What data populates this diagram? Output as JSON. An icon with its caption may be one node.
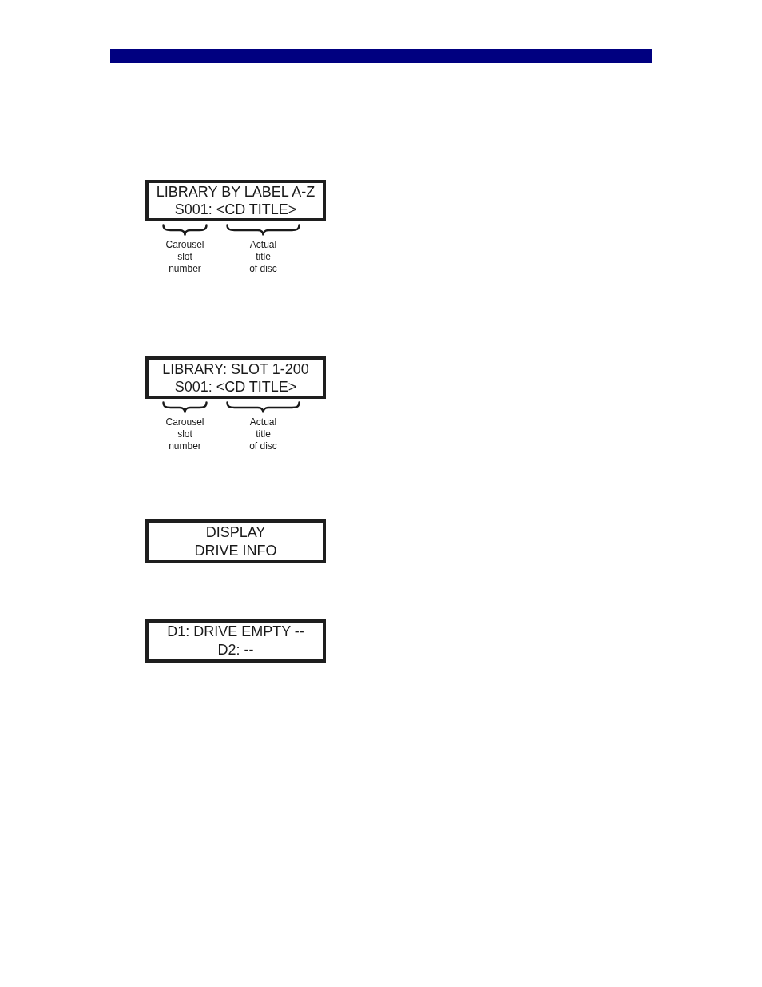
{
  "diagram": {
    "nodes": [
      {
        "text": [
          "LIBRARY BY LABEL A-Z",
          "S001: <CD TITLE>"
        ],
        "beside": [
          "Carousel slot number",
          "Actual title of disc"
        ]
      },
      {
        "text": [
          "LIBRARY: SLOT 1-200",
          "S001: <CD TITLE>"
        ],
        "beside": [
          "Carousel slot number",
          "Actual title of disc"
        ]
      },
      {
        "text": [
          "DISPLAY",
          "DRIVE INFO"
        ]
      },
      {
        "text": [
          "D1: DRIVE EMPTY --",
          "D2: --"
        ]
      }
    ]
  }
}
